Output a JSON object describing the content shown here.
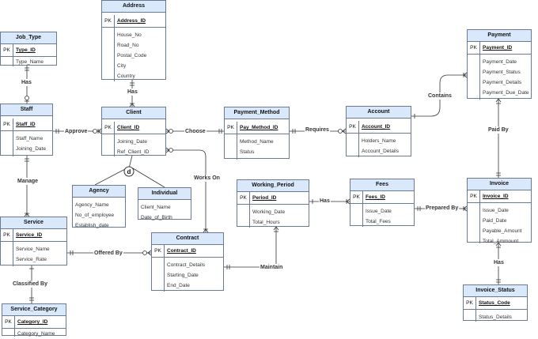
{
  "entities": {
    "address": {
      "title": "Address",
      "pk": "PK",
      "key": "Address_ID",
      "attrs": [
        "House_No",
        "Road_No",
        "Postal_Code",
        "City",
        "Country"
      ]
    },
    "job_type": {
      "title": "Job_Type",
      "pk": "PK",
      "key": "Type_ID",
      "attrs": [
        "Type_Name"
      ]
    },
    "staff": {
      "title": "Staff",
      "pk": "PK",
      "key": "Staff_ID",
      "attrs": [
        "Staff_Name",
        "Joining_Date"
      ]
    },
    "client": {
      "title": "Client",
      "pk": "PK",
      "key": "Client_ID",
      "attrs": [
        "Joining_Date",
        "Ref_Client_ID"
      ]
    },
    "payment_method": {
      "title": "Payment_Method",
      "pk": "PK",
      "key": "Pay_Method_ID",
      "attrs": [
        "Method_Name",
        "Status"
      ]
    },
    "account": {
      "title": "Account",
      "pk": "PK",
      "key": "Account_ID",
      "attrs": [
        "Holders_Name",
        "Account_Details"
      ]
    },
    "payment": {
      "title": "Payment",
      "pk": "PK",
      "key": "Payment_ID",
      "attrs": [
        "Payment_Date",
        "Payment_Status",
        "Payment_Details",
        "Payment_Due_Date"
      ]
    },
    "agency": {
      "title": "Agency",
      "attrs": [
        "Agency_Name",
        "No_of_employee",
        "Establish_date"
      ]
    },
    "individual": {
      "title": "Individual",
      "attrs": [
        "Client_Name",
        "Date_of_Birth"
      ]
    },
    "working_period": {
      "title": "Working_Period",
      "pk": "PK",
      "key": "Period_ID",
      "attrs": [
        "Working_Date",
        "Total_Hours"
      ]
    },
    "fees": {
      "title": "Fees",
      "pk": "PK",
      "key": "Fees_ID",
      "attrs": [
        "Issue_Date",
        "Total_Fees"
      ]
    },
    "invoice": {
      "title": "Invoice",
      "pk": "PK",
      "key": "Invoice_ID",
      "attrs": [
        "Issue_Date",
        "Paid_Date",
        "Payable_Amount",
        "Total_Ammount"
      ]
    },
    "service": {
      "title": "Service",
      "pk": "PK",
      "key": "Service_ID",
      "attrs": [
        "Service_Name",
        "Service_Rate"
      ]
    },
    "contract": {
      "title": "Contract",
      "pk": "PK",
      "key": "Contract_ID",
      "attrs": [
        "Contract_Details",
        "Starting_Date",
        "End_Date"
      ]
    },
    "invoice_status": {
      "title": "Invoice_Status",
      "pk": "PK",
      "key": "Status_Code",
      "attrs": [
        "Status_Details"
      ]
    },
    "service_category": {
      "title": "Service_Category",
      "pk": "PK",
      "key": "Category_ID",
      "attrs": [
        "Category_Name"
      ]
    }
  },
  "relationships": {
    "has_job_type": "Has",
    "has_address": "Has",
    "approve": "Approve",
    "choose": "Choose",
    "requires": "Requires",
    "contains": "Contains",
    "paid_by": "Paid By",
    "manage": "Manage",
    "works_on": "Works On",
    "has_fees": "Has",
    "prepared_by": "Prepared By",
    "offered_by": "Offered By",
    "maintain": "Maintain",
    "has_status": "Has",
    "classified_by": "Classified By",
    "disjoint": "d"
  },
  "colors": {
    "header_fill": "#dae8fc",
    "border": "#6b7a90",
    "line": "#333333"
  }
}
